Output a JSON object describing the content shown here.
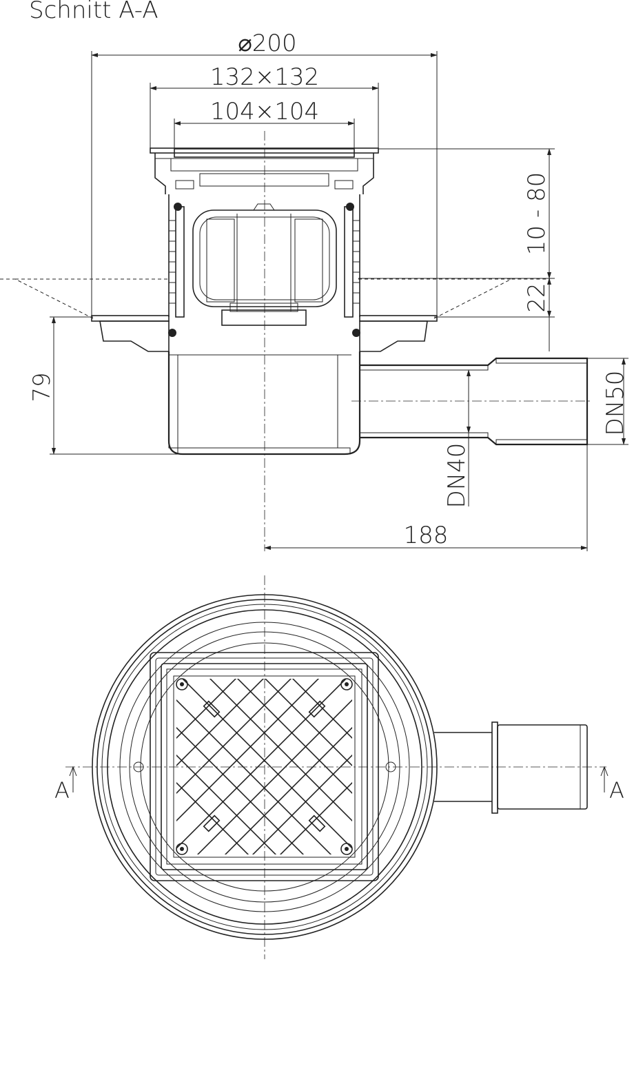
{
  "section_title": "Schnitt  A-A",
  "dimensions": {
    "diameter": "⌀200",
    "frame_outer": "132×132",
    "grate": "104×104",
    "height_adjust": "10 - 80",
    "offset": "22",
    "body_height": "79",
    "outlet_dn50": "DN50",
    "outlet_dn40": "DN40",
    "length": "188"
  },
  "section_marks": {
    "left": "A",
    "right": "A"
  }
}
